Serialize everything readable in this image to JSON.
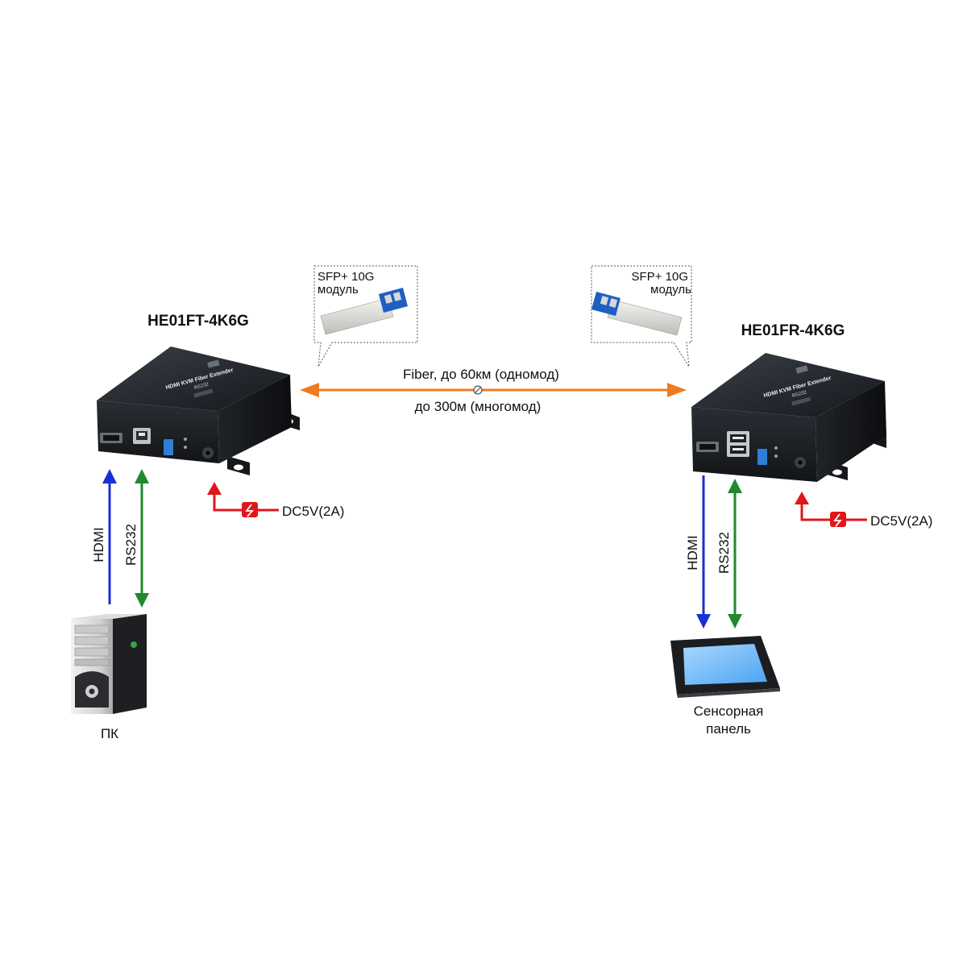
{
  "transmitter": {
    "model": "HE01FT-4K6G",
    "top_print": "HDMI KVM Fiber Extender",
    "top_sub": "RS232"
  },
  "receiver": {
    "model": "HE01FR-4K6G",
    "top_print": "HDMI KVM Fiber Extender",
    "top_sub": "RS232"
  },
  "sfp_left": {
    "line1": "SFP+ 10G",
    "line2": "модуль"
  },
  "sfp_right": {
    "line1": "SFP+ 10G",
    "line2": "модуль"
  },
  "fiber": {
    "line1": "Fiber, до 60км (одномод)",
    "line2": "до 300м (многомод)"
  },
  "power_left": "DC5V(2A)",
  "power_right": "DC5V(2A)",
  "link_left": {
    "hdmi": "HDMI",
    "rs232": "RS232"
  },
  "link_right": {
    "hdmi": "HDMI",
    "rs232": "RS232"
  },
  "pc_label": "ПК",
  "panel_label": {
    "line1": "Сенсорная",
    "line2": "панель"
  },
  "colors": {
    "fiber_arrow": "#f07a1e",
    "hdmi_arrow": "#1a2fd6",
    "rs232_arrow": "#1f8a2e",
    "power_arrow": "#e0161b",
    "device_body": "#1c1f24"
  }
}
